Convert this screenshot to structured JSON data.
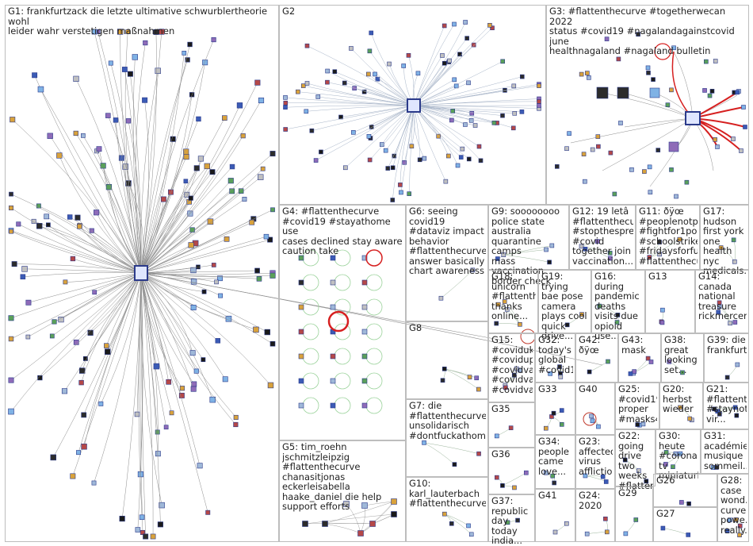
{
  "groups": [
    {
      "id": "G1",
      "label": "G1: frankfurtzack die letzte ultimative schwurblertheorie wohl\nleider wahr verstetigen maßnahmen"
    },
    {
      "id": "G2",
      "label": "G2"
    },
    {
      "id": "G3",
      "label": "G3: #flattenthecurve #togetherwecan 2022\nstatus #covid19 #nagalandagainstcovid june\nhealthnagaland #nagaland bulletin"
    },
    {
      "id": "G4",
      "label": "G4: #flattenthecurve\n#covid19 #stayathome use\ncases declined stay aware\ncaution take"
    },
    {
      "id": "G6",
      "label": "G6: seeing covid19\n#dataviz impact\nbehavior\n#flattenthecurve\nanswer basically\nchart awareness"
    },
    {
      "id": "G9",
      "label": "G9: soooooooo\npolice state\naustralia\nquarantine camps\nmass vaccination\nborder check"
    },
    {
      "id": "G12",
      "label": "G12: 19 letâ\n#flattenthecur...\n#stopthespre...\n#covid\ntogether join\nvaccination..."
    },
    {
      "id": "G11",
      "label": "G11: ðÿœ\n#peoplenotpr...\n#fightfor1poin...\n#schoolstrike...\n#fridaysforfut...\n#flattenthecur..."
    },
    {
      "id": "G17",
      "label": "G17:\nhudson\nfirst york\none health\nnyc\nmedicals..."
    },
    {
      "id": "G18",
      "label": "G18:\nunicorn\n#flattenthe...\nthanks\nonline..."
    },
    {
      "id": "G19",
      "label": "G19: trying\nbae pose\ncamera\nplays cool\nquick drive..."
    },
    {
      "id": "G16",
      "label": "G16: during\npandemic\ndeaths\nvisits due\nopioid use..."
    },
    {
      "id": "G13",
      "label": "G13"
    },
    {
      "id": "G14",
      "label": "G14:\ncanada\nnational\ntreasure\nrickmercer..."
    },
    {
      "id": "G8",
      "label": "G8"
    },
    {
      "id": "G15",
      "label": "G15:\n#coviduk\n#covidup...\n#covidva...\n#covidva...\n#covidva..."
    },
    {
      "id": "G32",
      "label": "G32:\ntoday's\nglobal\n#covid1..."
    },
    {
      "id": "G42",
      "label": "G42: ðÿœ"
    },
    {
      "id": "G43",
      "label": "G43:\nmask"
    },
    {
      "id": "G38",
      "label": "G38:\ngreat\nlooking\nset..."
    },
    {
      "id": "G39",
      "label": "G39: die\nfrankfurt..."
    },
    {
      "id": "G33",
      "label": "G33"
    },
    {
      "id": "G40",
      "label": "G40"
    },
    {
      "id": "G25",
      "label": "G25:\n#covid19\nproper\n#masks4..."
    },
    {
      "id": "G20",
      "label": "G20:\nherbst\nwieder"
    },
    {
      "id": "G21",
      "label": "G21:\n#flattent...\n#staynot...\nvir..."
    },
    {
      "id": "G7",
      "label": "G7: die\n#flattenthecurve\nunsolidarisch\n#dontfuckathome"
    },
    {
      "id": "G35",
      "label": "G35"
    },
    {
      "id": "G5",
      "label": "G5: tim_roehn jschmitzleipzig\n#flattenthecurve\nchanasitjonas eckerleisabella\nhaake_daniel die help\nsupport efforts"
    },
    {
      "id": "G34",
      "label": "G34:\npeople\ncame\nlove..."
    },
    {
      "id": "G23",
      "label": "G23:\naffected\nvirus\nafflictio..."
    },
    {
      "id": "G22",
      "label": "G22:\ngoing\ndrive two\nweeks\n#flatten..."
    },
    {
      "id": "G30",
      "label": "G30:\nheute\n#corona tv\nminiaturl..."
    },
    {
      "id": "G31",
      "label": "G31:\nacadémie\nmusique\nsommeil..."
    },
    {
      "id": "G36",
      "label": "G36"
    },
    {
      "id": "G10",
      "label": "G10:\nkarl_lauterbach\n#flattenthecurve"
    },
    {
      "id": "G26",
      "label": "G26"
    },
    {
      "id": "G28",
      "label": "G28:\ncase\nwond...\ncurve\npowe...\nreally..."
    },
    {
      "id": "G37",
      "label": "G37:\nrepublic\nday today\nindia..."
    },
    {
      "id": "G41",
      "label": "G41"
    },
    {
      "id": "G24",
      "label": "G24:\n2020"
    },
    {
      "id": "G29",
      "label": "G29"
    },
    {
      "id": "G27",
      "label": "G27"
    }
  ],
  "colors": {
    "panel_border": "#bdbdbd",
    "edge_gray": "#8c8c8c",
    "edge_red": "#d62020",
    "edge_green": "#9ad29a",
    "node_border": "#2b3a8a"
  }
}
